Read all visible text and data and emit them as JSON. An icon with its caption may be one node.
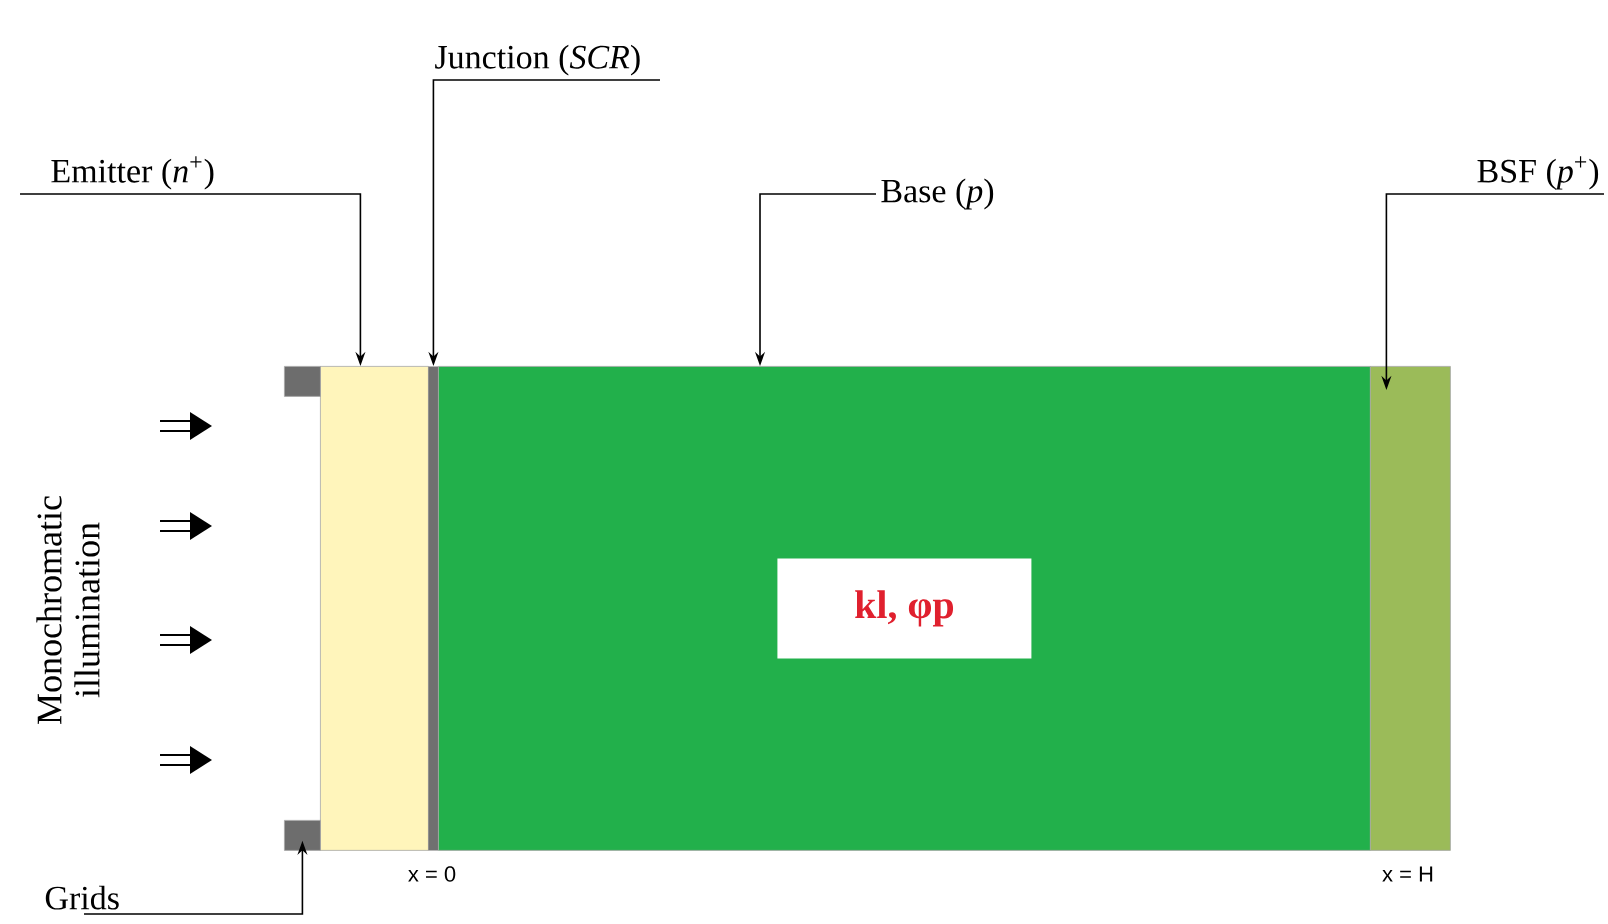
{
  "diagram": {
    "nodes": [
      {
        "text": [
          "Emitter (*n*$^{+}$)"
        ]
      },
      {
        "text": [
          "Junction (*SCR*)"
        ]
      },
      {
        "text": [
          "Base (*p*)"
        ]
      },
      {
        "text": [
          "BSF (*p*$^{+}$)"
        ]
      },
      {
        "text": [],
        "shape": "box"
      },
      {
        "text": [],
        "shape": "bar"
      },
      {
        "text": [],
        "shape": "box"
      },
      {
        "text": [
          "kl, φp"
        ],
        "in": 6
      },
      {
        "text": [],
        "shape": "box"
      },
      {
        "text": [],
        "shape": "box"
      },
      {
        "text": [],
        "shape": "box"
      },
      {
        "text": [
          "Grids"
        ]
      }
    ],
    "edges": [
      {
        "from": 0,
        "to": 4,
        "arrow": "to"
      },
      {
        "from": 1,
        "to": 5,
        "arrow": "to"
      },
      {
        "from": 2,
        "to": 6,
        "arrow": "to"
      },
      {
        "from": 3,
        "to": 8,
        "arrow": "to"
      },
      {
        "from": 11,
        "to": 10,
        "arrow": "to"
      }
    ],
    "labels": [
      "Monochromatic illumination",
      "x = 0",
      "x = H"
    ]
  }
}
